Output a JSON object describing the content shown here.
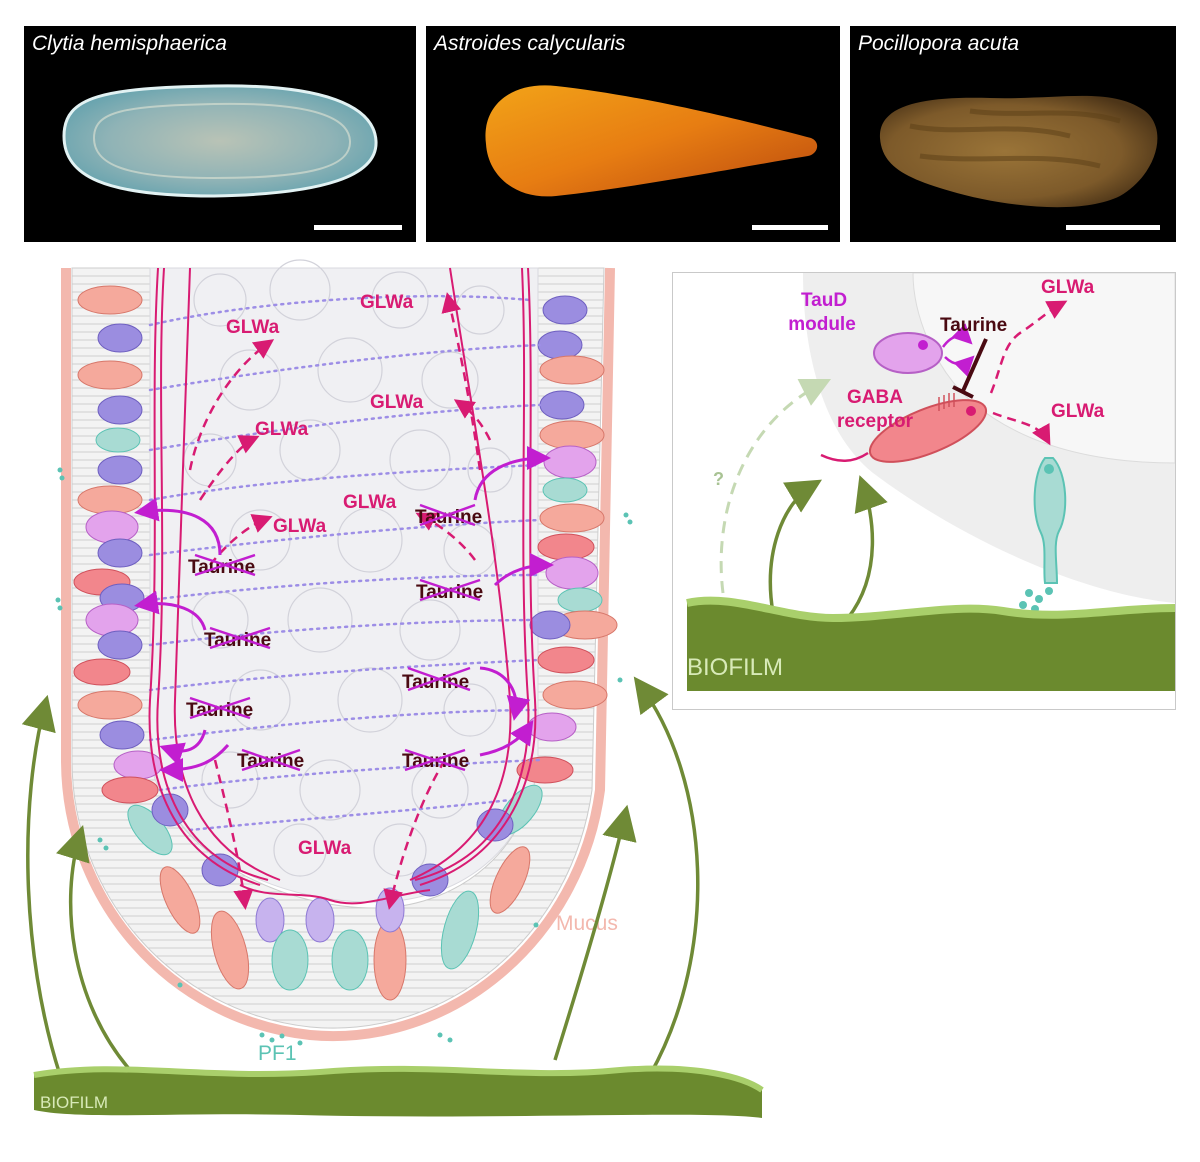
{
  "photos": [
    {
      "species": "Clytia hemisphaerica"
    },
    {
      "species": "Astroides calycularis"
    },
    {
      "species": "Pocillopora acuta"
    }
  ],
  "main": {
    "glwa_label": "GLWa",
    "taurine_label": "Taurine",
    "mucus_label": "Mucus",
    "pf1_label": "PF1",
    "biofilm_label": "BIOFILM"
  },
  "inset": {
    "taud_label": "TauD",
    "module_label": "module",
    "taurine_label": "Taurine",
    "glwa_top_label": "GLWa",
    "glwa_right_label": "GLWa",
    "gaba_label": "GABA",
    "receptor_label": "receptor",
    "question_label": "?",
    "biofilm_label": "BIOFILM"
  },
  "colors": {
    "glwa": "#d81b72",
    "taurine": "#4a0a12",
    "strike": "#c21ed0",
    "dotted": "#9d8ee6",
    "biofilm_dark": "#6b8a2e",
    "biofilm_light": "#a9cf6b",
    "arrow_green": "#6f8a36",
    "mucus": "#f3b8ae",
    "pf1": "#5bc3b4"
  }
}
